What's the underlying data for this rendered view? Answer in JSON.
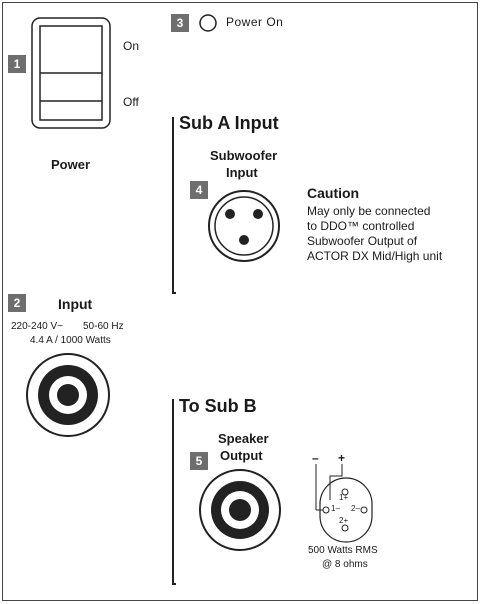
{
  "badges": {
    "b1": "1",
    "b2": "2",
    "b3": "3",
    "b4": "4",
    "b5": "5"
  },
  "power_switch": {
    "on_label": "On",
    "off_label": "Off",
    "caption": "Power"
  },
  "power_indicator": {
    "label": "Power On"
  },
  "sub_a": {
    "title": "Sub A Input",
    "connector_label_line1": "Subwoofer",
    "connector_label_line2": "Input"
  },
  "caution": {
    "title": "Caution",
    "lines": [
      "May only be connected",
      "to DDO™ controlled",
      "Subwoofer Output of",
      "ACTOR DX Mid/High unit"
    ]
  },
  "input": {
    "title": "Input",
    "voltage": "220-240 V~",
    "frequency": "50-60 Hz",
    "rating": "4.4 A / 1000 Watts"
  },
  "sub_b": {
    "title": "To Sub B",
    "connector_label_line1": "Speaker",
    "connector_label_line2": "Output",
    "rating_line1": "500 Watts RMS",
    "rating_line2": "@ 8 ohms"
  },
  "pinout": {
    "minus": "–",
    "plus": "+",
    "pin_1minus": "1–",
    "pin_1plus": "1+",
    "pin_2minus": "2–",
    "pin_2plus": "2+"
  }
}
